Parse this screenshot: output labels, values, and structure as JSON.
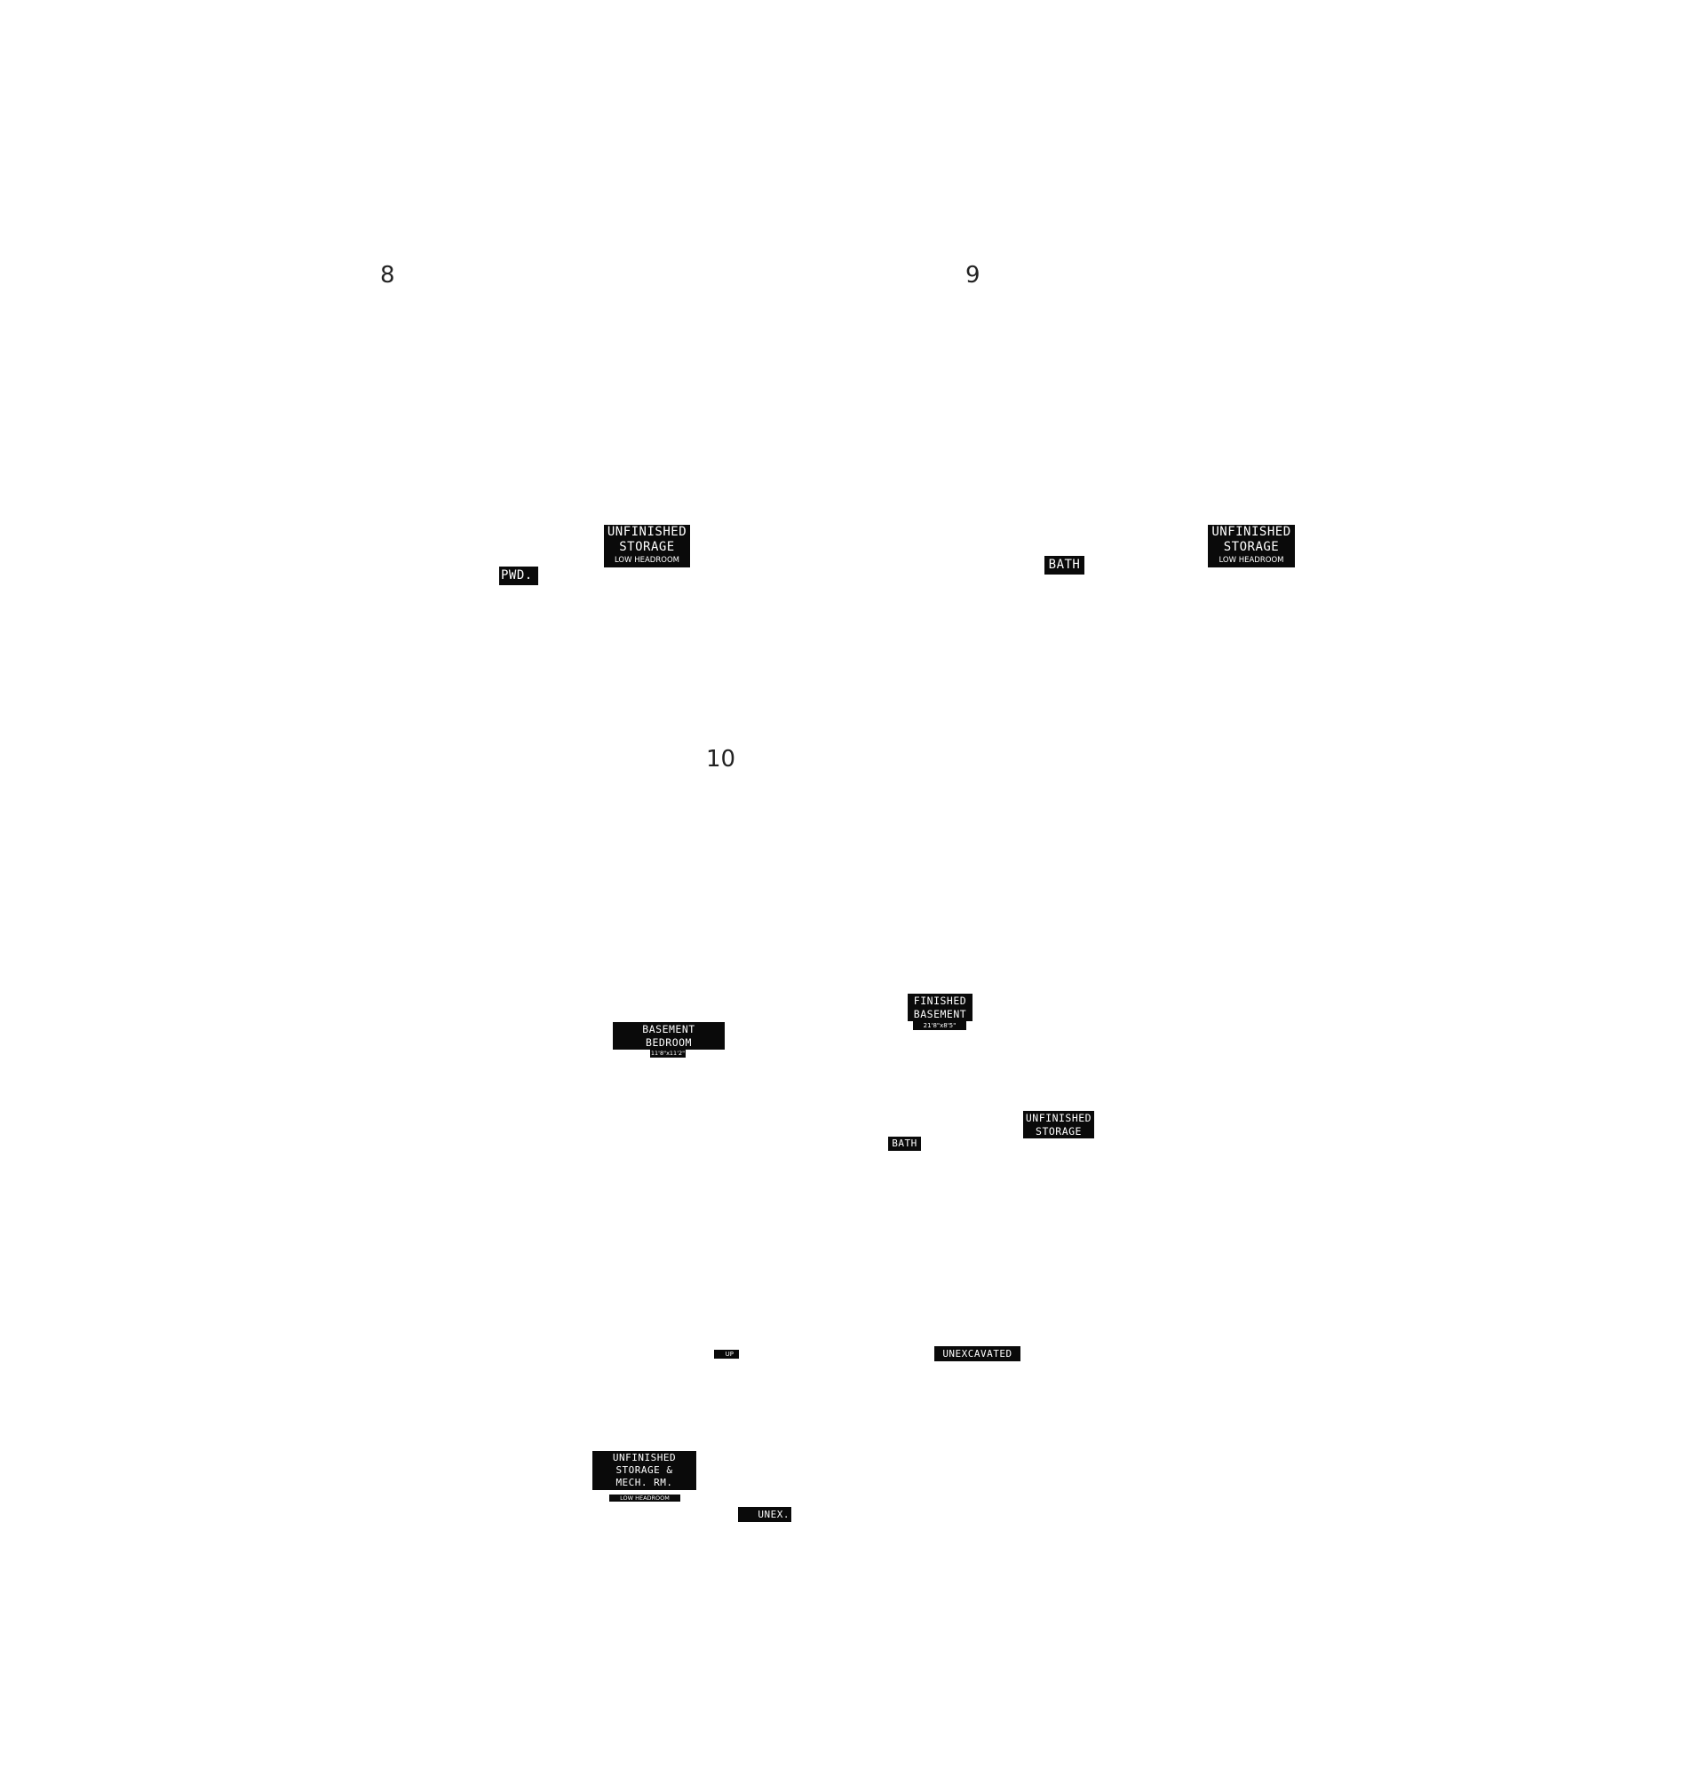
{
  "plans": [
    {
      "number": "8",
      "labels": {
        "storage": [
          "UNFINISHED",
          "STORAGE"
        ],
        "storage_note": "LOW HEADROOM",
        "powder": "PWD."
      }
    },
    {
      "number": "9",
      "labels": {
        "storage": [
          "UNFINISHED",
          "STORAGE"
        ],
        "storage_note": "LOW HEADROOM",
        "bath": "BATH"
      }
    },
    {
      "number": "10",
      "labels": {
        "bedroom": [
          "BASEMENT",
          "BEDROOM"
        ],
        "bedroom_dims": "11'8\"x11'2\"",
        "finished": [
          "FINISHED",
          "BASEMENT"
        ],
        "finished_dims": "21'8\"x8'5\"",
        "storage": [
          "UNFINISHED",
          "STORAGE"
        ],
        "bath": "BATH",
        "stair": "UP",
        "unexcavated": "UNEXCAVATED",
        "mech": [
          "UNFINISHED",
          "STORAGE &",
          "MECH. RM."
        ],
        "mech_note": "LOW HEADROOM",
        "unex": "UNEX."
      }
    }
  ]
}
